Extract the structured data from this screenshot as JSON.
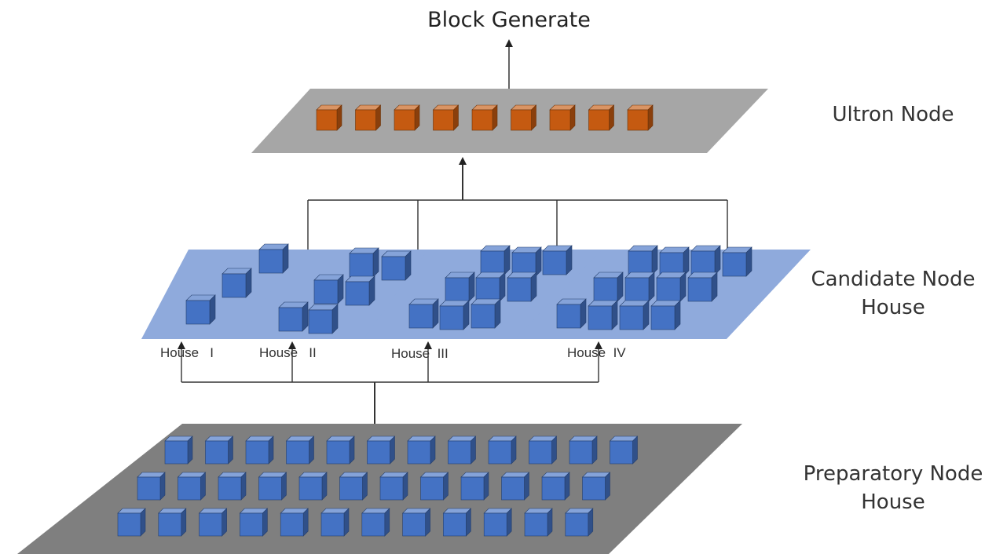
{
  "diagram": {
    "title": "Block Generate",
    "layers": {
      "ultron": {
        "label": "Ultron Node",
        "node_count": 9
      },
      "candidate": {
        "label_lines": [
          "Candidate Node",
          "House"
        ],
        "houses": [
          {
            "label": "House   I",
            "node_count": 3
          },
          {
            "label": "House   II",
            "node_count": 6
          },
          {
            "label": "House  III",
            "node_count": 9
          },
          {
            "label": "House  IV",
            "node_count": 12
          }
        ]
      },
      "preparatory": {
        "label_lines": [
          "Preparatory Node",
          "House"
        ],
        "rows": [
          12,
          12,
          12
        ]
      }
    },
    "colors": {
      "ultron_plane": "#a6a6a6",
      "candidate_plane": "#8faadc",
      "preparatory_plane": "#7f7f7f",
      "blue_cube": "#4472c4",
      "orange_cube": "#c55a11",
      "line": "#333333"
    }
  }
}
